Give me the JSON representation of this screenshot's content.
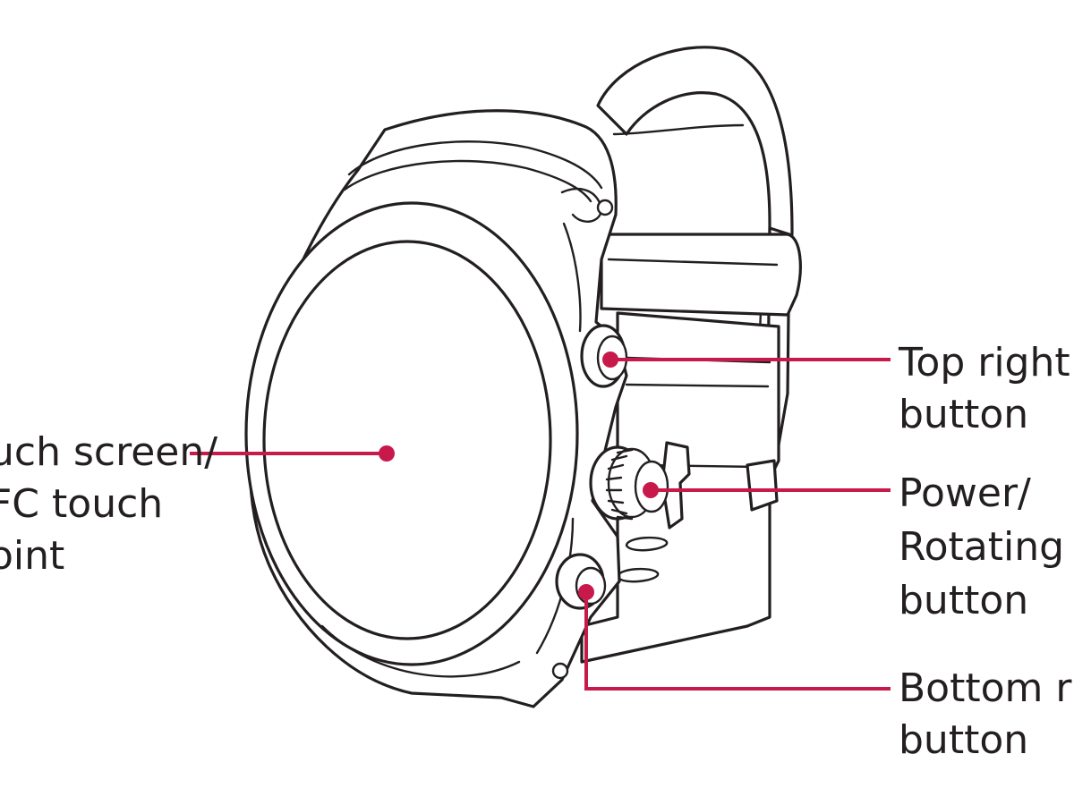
{
  "accent_color": "#c8194b",
  "line_color": "#231f20",
  "callouts": [
    {
      "id": "touch-screen",
      "lines": [
        "uch screen/",
        "FC touch",
        "oint"
      ]
    },
    {
      "id": "top-right-button",
      "lines": [
        "Top right",
        "button"
      ]
    },
    {
      "id": "power-button",
      "lines": [
        "Power/",
        "Rotating si",
        "button"
      ]
    },
    {
      "id": "bottom-right-button",
      "lines": [
        "Bottom rig",
        "button"
      ]
    }
  ]
}
